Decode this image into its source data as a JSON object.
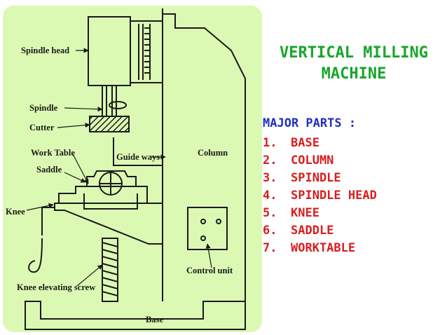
{
  "title": {
    "line1": "VERTICAL MILLING",
    "line2": "MACHINE"
  },
  "parts": {
    "heading": "MAJOR PARTS :",
    "items": [
      {
        "num": "1.",
        "label": "BASE"
      },
      {
        "num": "2.",
        "label": "COLUMN"
      },
      {
        "num": "3.",
        "label": "SPINDLE"
      },
      {
        "num": "4.",
        "label": "SPINDLE HEAD"
      },
      {
        "num": "5.",
        "label": "KNEE"
      },
      {
        "num": "6.",
        "label": "SADDLE"
      },
      {
        "num": "7.",
        "label": "WORKTABLE"
      }
    ]
  },
  "diagram": {
    "labels": {
      "spindle_head": "Spindle head",
      "spindle": "Spindle",
      "cutter": "Cutter",
      "work_table": "Work Table",
      "saddle": "Saddle",
      "knee": "Knee",
      "knee_elevating_screw": "Knee elevating screw",
      "guide_ways": "Guide ways",
      "column": "Column",
      "control_unit": "Control unit",
      "base": "Base"
    },
    "colors": {
      "panel": "#dcf9b4",
      "title": "#17a62a",
      "heading": "#1f2fbf",
      "list": "#d81e1e",
      "ink": "#1a1a1a"
    }
  }
}
